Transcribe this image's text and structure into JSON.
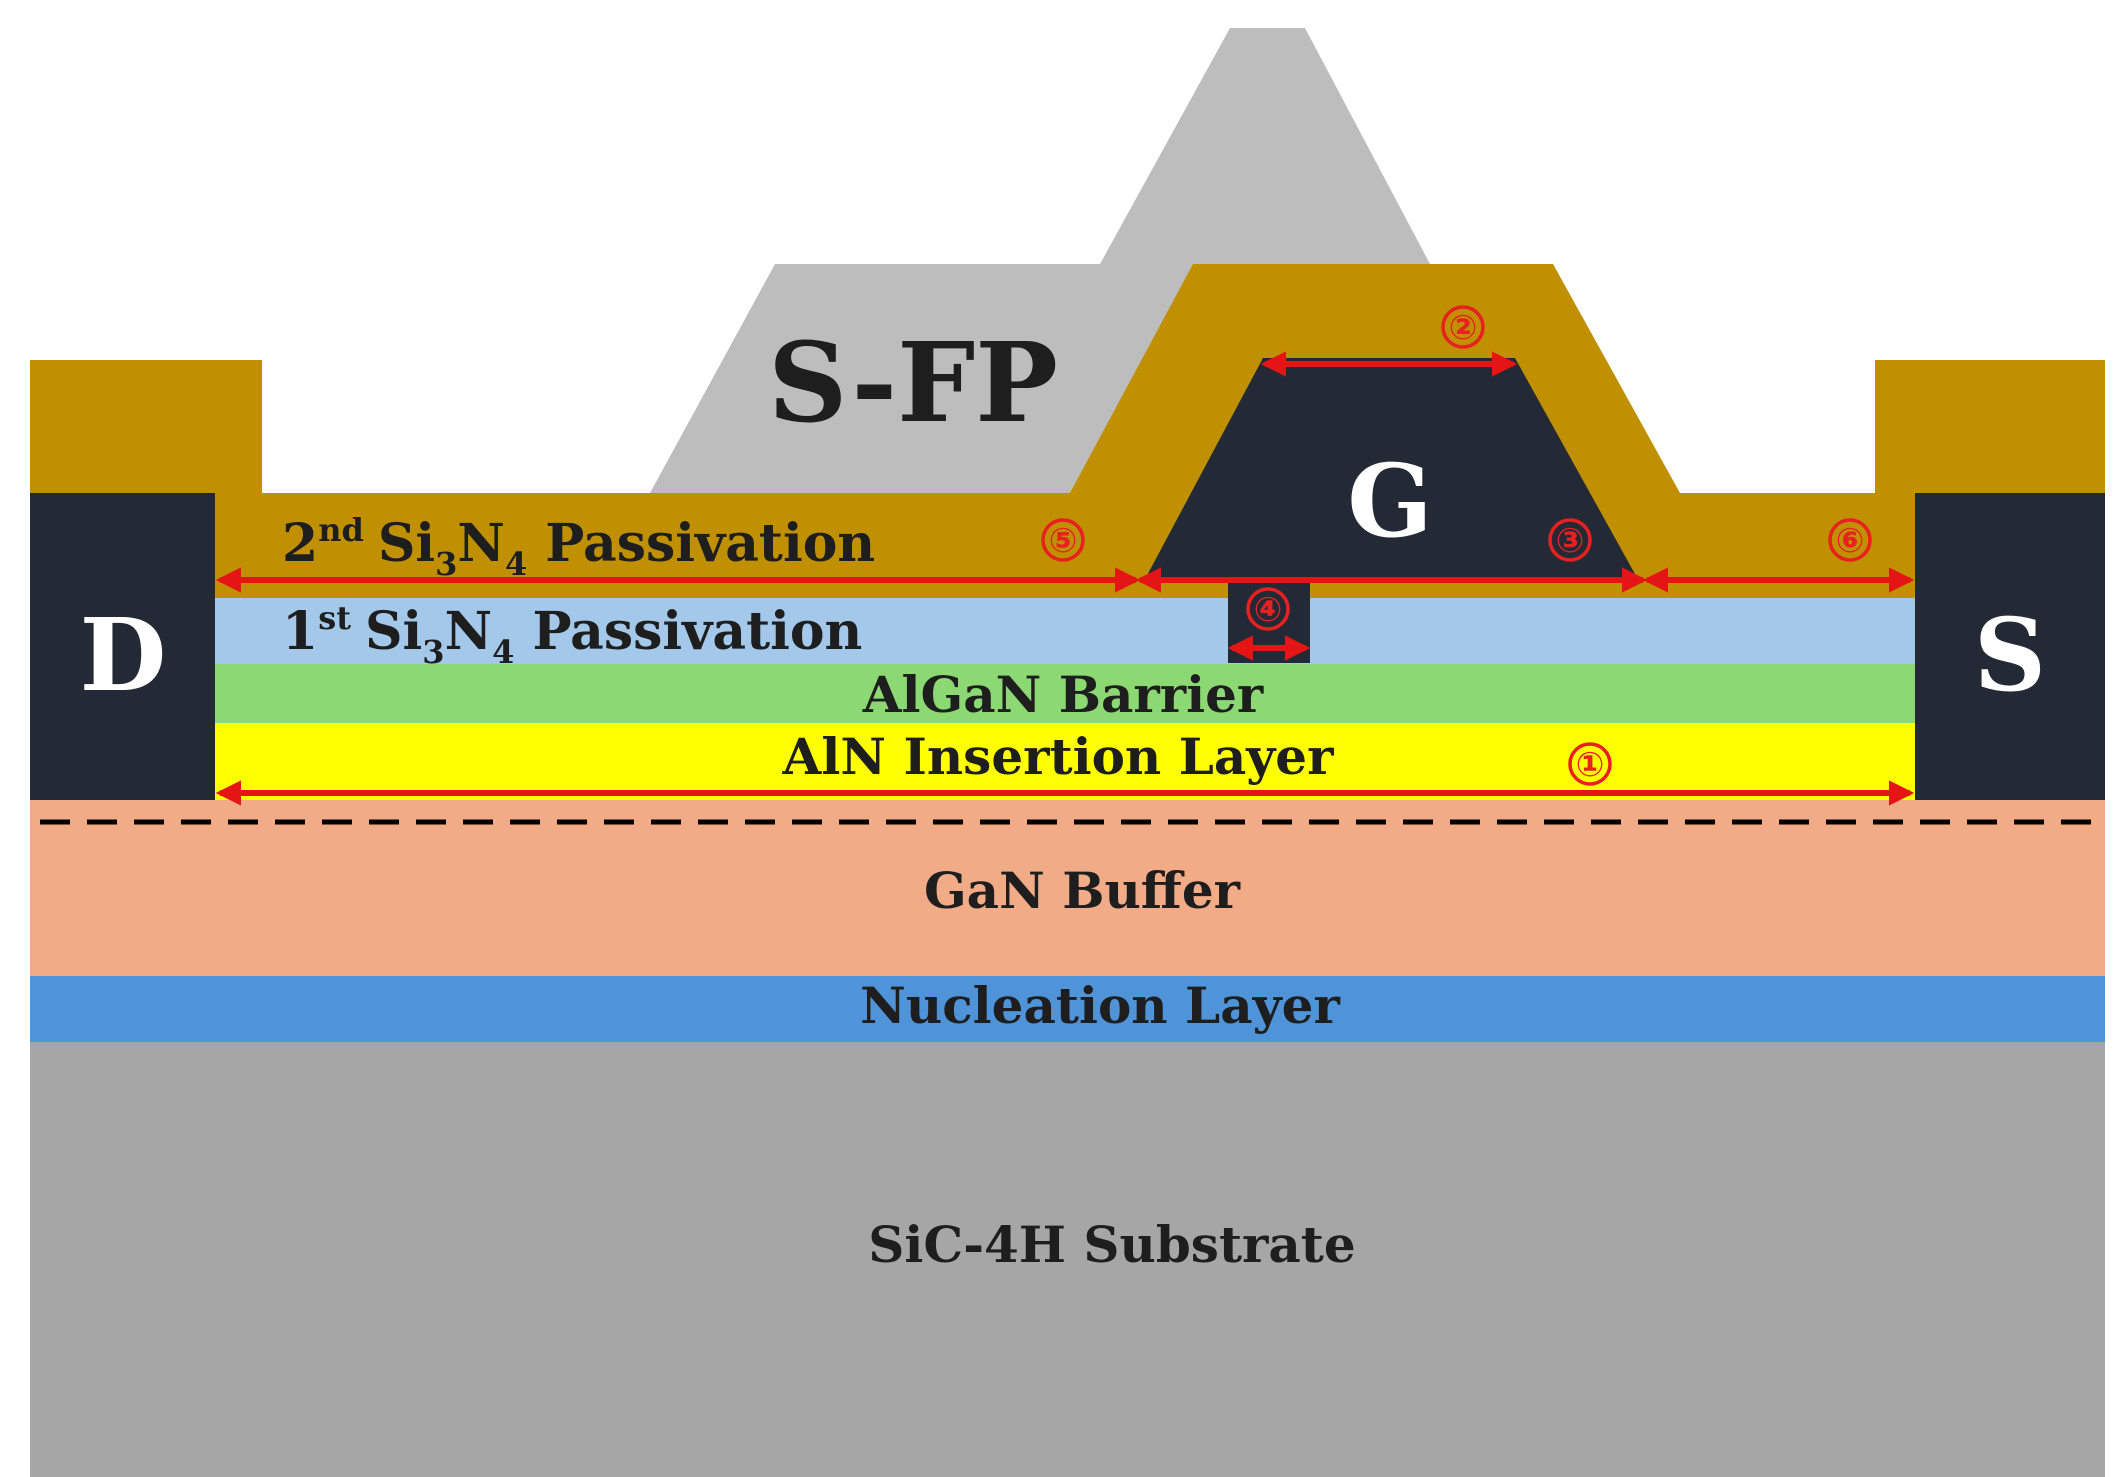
{
  "electrodes": {
    "drain": "D",
    "source": "S",
    "gate": "G",
    "source_field_plate": "S-FP"
  },
  "layers": {
    "passivation_2": {
      "prefix": "2",
      "sup": "nd",
      "material": "Si",
      "sub1": "3",
      "n": "N",
      "sub2": "4",
      "suffix": " Passivation"
    },
    "passivation_1": {
      "prefix": "1",
      "sup": "st",
      "material": "Si",
      "sub1": "3",
      "n": "N",
      "sub2": "4",
      "suffix": " Passivation"
    },
    "barrier": "AlGaN Barrier",
    "insertion": "AlN Insertion Layer",
    "buffer": "GaN Buffer",
    "nucleation": "Nucleation Layer",
    "substrate": "SiC-4H Substrate"
  },
  "dimension_markers": [
    "①",
    "②",
    "③",
    "④",
    "⑤",
    "⑥"
  ],
  "colors": {
    "substrate": "#a6a6a6",
    "nucleation": "#4f94d9",
    "buffer": "#f2ab87",
    "insertion": "#ffff00",
    "barrier": "#8cd974",
    "passivation_1": "#a4c8ea",
    "passivation_2": "#c09000",
    "electrode": "#232a36",
    "field_plate": "#bdbdbd",
    "arrow": "#e61515"
  }
}
